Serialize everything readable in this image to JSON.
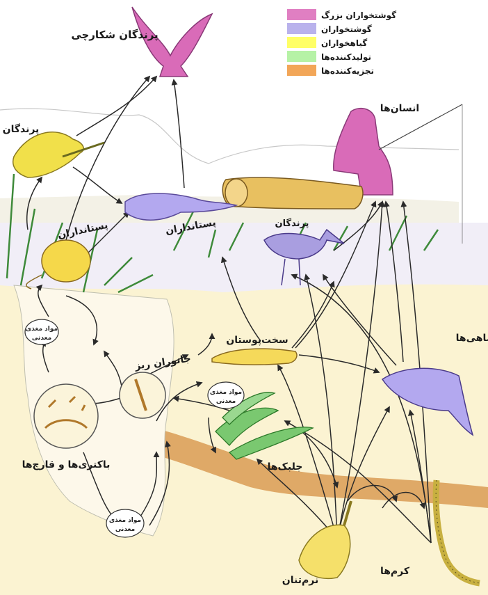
{
  "diagram": {
    "legend": [
      {
        "label": "گوشتخواران بزرگ",
        "color": "#e07fc2"
      },
      {
        "label": "گوشتخواران",
        "color": "#b9b2ec"
      },
      {
        "label": "گیاهخواران",
        "color": "#ffff66"
      },
      {
        "label": "تولیدکننده‌ها",
        "color": "#b6f2a6"
      },
      {
        "label": "تجزیه‌کننده‌ها",
        "color": "#f2a658"
      }
    ],
    "labels": {
      "birds_of_prey": "پرندگان شکارچی",
      "birds_left": "پرندگان",
      "humans": "انسان‌ها",
      "mammals_mouse": "پستانداران",
      "mammals_weasel": "پستانداران",
      "birds_water": "پرندگان",
      "crustaceans": "سخت‌پوستان",
      "small_animals": "جانوران ریز",
      "fish": "ماهی‌ها",
      "bacteria_fungi": "باکتری‌ها و قارچ‌ها",
      "algae": "جلبک‌ها",
      "molluscs": "نرم‌تنان",
      "worms": "کرم‌ها"
    },
    "nutrients": {
      "line1": "مواد مغذی",
      "line2": "معدنی"
    }
  }
}
